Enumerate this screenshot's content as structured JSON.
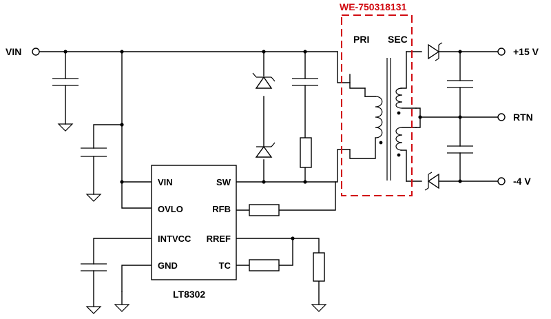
{
  "ports": {
    "vin": "VIN",
    "p15": "+15 V",
    "rtn": "RTN",
    "m4": "-4 V"
  },
  "transformer": {
    "part": "WE-750318131",
    "primary": "PRI",
    "secondary": "SEC"
  },
  "ic": {
    "name": "LT8302",
    "pins": {
      "vin": "VIN",
      "ovlo": "OVLO",
      "intvcc": "INTVCC",
      "gnd": "GND",
      "sw": "SW",
      "rfb": "RFB",
      "rref": "RREF",
      "tc": "TC"
    }
  },
  "colors": {
    "wire": "#000000",
    "highlight": "#d10a10",
    "background": "#ffffff"
  }
}
